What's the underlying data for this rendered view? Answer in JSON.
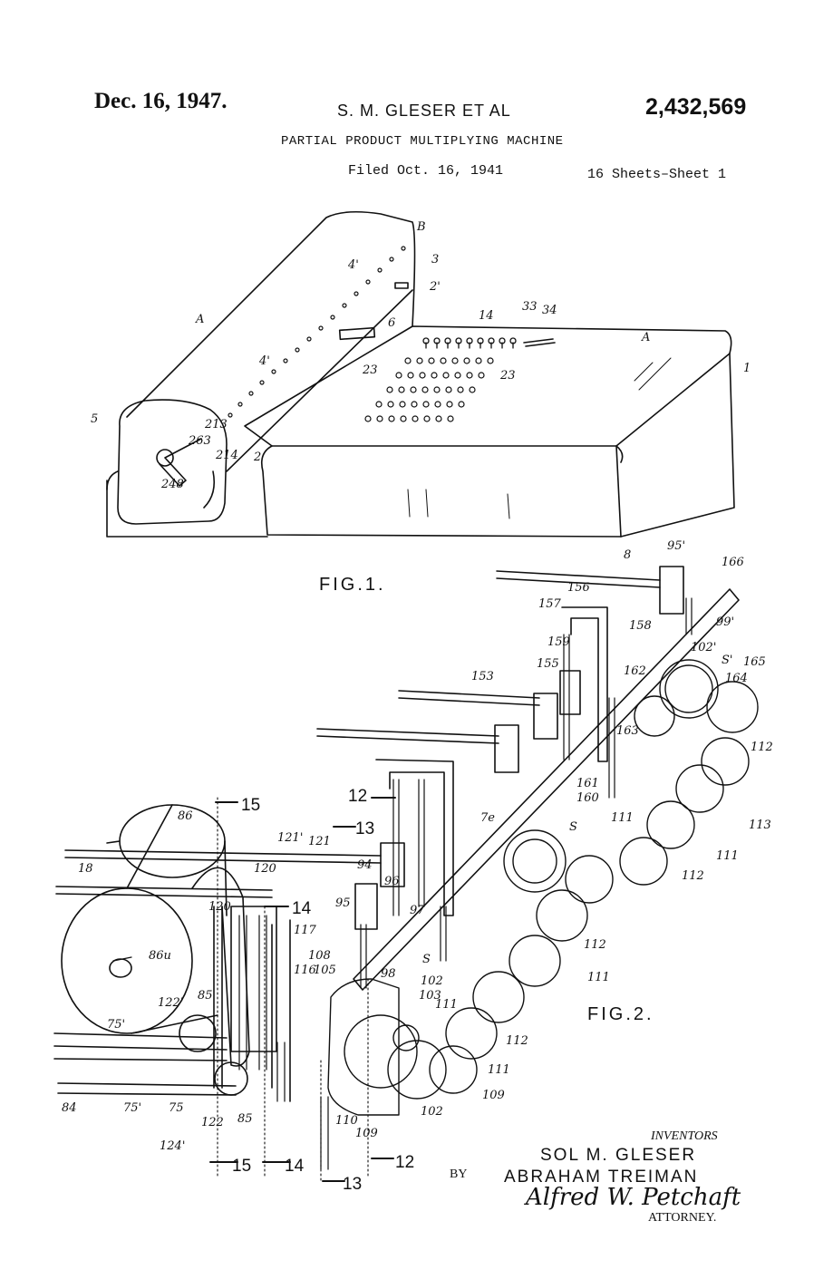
{
  "header": {
    "date": "Dec. 16, 1947.",
    "inventors_line": "S. M. GLESER ET AL",
    "patent_number": "2,432,569",
    "title": "PARTIAL PRODUCT MULTIPLYING MACHINE",
    "filed": "Filed Oct. 16, 1941",
    "sheets": "16 Sheets–Sheet 1"
  },
  "figures": {
    "fig1_label": "FIG.1.",
    "fig2_label": "FIG.2."
  },
  "fig1_callouts": {
    "c_B": "B",
    "c_3": "3",
    "c_4a": "4'",
    "c_2p": "2'",
    "c_A1": "A",
    "c_6": "6",
    "c_14": "14",
    "c_33": "33",
    "c_34": "34",
    "c_A2": "A",
    "c_1": "1",
    "c_4b": "4'",
    "c_23a": "23",
    "c_23b": "23",
    "c_5": "5",
    "c_213": "213",
    "c_263": "263",
    "c_214": "214",
    "c_2": "2",
    "c_248": "248"
  },
  "fig2_callouts": {
    "c_8": "8",
    "c_95p": "95'",
    "c_166": "166",
    "c_156": "156",
    "c_157": "157",
    "c_158": "158",
    "c_99p": "99'",
    "c_102p": "102'",
    "c_Sp": "S'",
    "c_165": "165",
    "c_159": "159",
    "c_155": "155",
    "c_162": "162",
    "c_164": "164",
    "c_153": "153",
    "c_163": "163",
    "c_112a": "112",
    "c_161": "161",
    "c_160": "160",
    "c_113": "113",
    "c_111a": "111",
    "c_112b": "112",
    "c_111b": "111",
    "c_7e": "7e",
    "c_S1": "S",
    "c_86": "86",
    "c_121p": "121'",
    "c_121": "121",
    "c_120": "120",
    "c_18": "18",
    "c_94": "94",
    "c_96": "96",
    "c_97": "97",
    "c_95": "95",
    "c_120b": "120",
    "c_117": "117",
    "c_86u": "86u",
    "c_112c": "112",
    "c_111c": "111",
    "c_122p": "122'",
    "c_85": "85",
    "c_108": "108",
    "c_105": "105",
    "c_116": "116",
    "c_98": "98",
    "c_S2": "S",
    "c_102a": "102",
    "c_103": "103",
    "c_111d": "111",
    "c_75p": "75'",
    "c_112d": "112",
    "c_111e": "111",
    "c_109a": "109",
    "c_84": "84",
    "c_75pb": "75'",
    "c_75": "75",
    "c_122": "122",
    "c_85b": "85",
    "c_110": "110",
    "c_109b": "109",
    "c_102b": "102",
    "c_124p": "124'"
  },
  "section_marks": {
    "s15_top": "15",
    "s13_top": "13",
    "s12_top": "12",
    "s14_mid": "14",
    "s15_bot": "15",
    "s14_bot": "14",
    "s12_bot": "12",
    "s13_bot": "13"
  },
  "signature": {
    "inventors_label": "INVENTORS",
    "inventor1": "SOL M. GLESER",
    "inventor2": "ABRAHAM TREIMAN",
    "by": "BY",
    "attorney_signature": "Alfred W. Petchaft",
    "attorney_label": "ATTORNEY."
  }
}
